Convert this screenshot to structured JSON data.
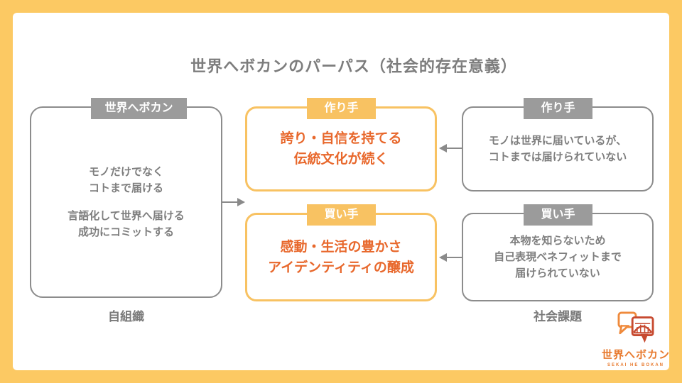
{
  "title": "世界へボカンのパーパス（社会的存在意義）",
  "colors": {
    "frame_orange": "#FCC963",
    "accent_orange": "#F8C262",
    "text_orange": "#E8682C",
    "tab_gray": "#9B9B9B",
    "border_gray": "#8C8C8C",
    "text_gray": "#7E7E7E"
  },
  "self_org": {
    "tab": "世界へボカン",
    "para1": [
      "モノだけでなく",
      "コトまで届ける"
    ],
    "para2": [
      "言語化して世界へ届ける",
      "成功にコミットする"
    ],
    "label": "自組織"
  },
  "purpose": {
    "maker": {
      "tab": "作り手",
      "lines": [
        "誇り・自信を持てる",
        "伝統文化が続く"
      ]
    },
    "buyer": {
      "tab": "買い手",
      "lines": [
        "感動・生活の豊かさ",
        "アイデンティティの醸成"
      ]
    }
  },
  "issues": {
    "maker": {
      "tab": "作り手",
      "lines": [
        "モノは世界に届いているが、",
        "コトまでは届けられていない"
      ]
    },
    "buyer": {
      "tab": "買い手",
      "lines": [
        "本物を知らないため",
        "自己表現ベネフィットまで",
        "届けられていない"
      ]
    },
    "label": "社会課題"
  },
  "logo": {
    "name": "世界へボカン",
    "tagline": "SEKAI HE BOKAN"
  }
}
